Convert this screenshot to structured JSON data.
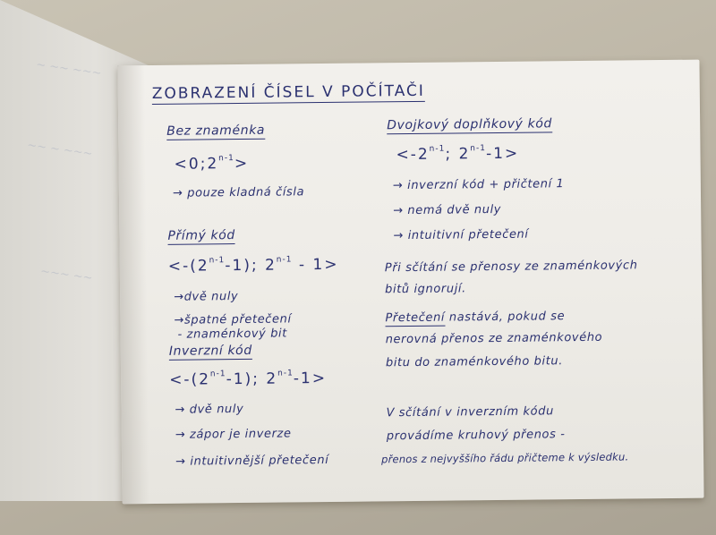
{
  "title": "ZOBRAZENÍ ČÍSEL V POČÍTAČI",
  "unsigned": {
    "heading": "Bez znaménka",
    "formula": {
      "a": "<0;2",
      "b": "n-1",
      "c": ">"
    },
    "notes": [
      "→ pouze kladná čísla"
    ]
  },
  "direct": {
    "heading": "Přímý kód",
    "formula": {
      "a": "<-(2",
      "b": "n-1",
      "c": "-1); 2",
      "d": "n-1",
      "e": " - 1>"
    },
    "notes": [
      "→dvě nuly",
      "→špatné přetečení",
      "- znaménkový bit"
    ]
  },
  "inverse": {
    "heading": "Inverzní kód",
    "formula": {
      "a": "<-(2",
      "b": "n-1",
      "c": "-1); 2",
      "d": "n-1",
      "e": "-1>"
    },
    "notes": [
      "→ dvě nuly",
      "→ zápor je inverze",
      "→ intuitivnější přetečení"
    ]
  },
  "twos": {
    "heading": "Dvojkový doplňkový kód",
    "formula": {
      "a": "<-2",
      "b": "n-1",
      "c": "; 2",
      "d": "n-1",
      "e": "-1>"
    },
    "notes": [
      "→ inverzní kód + přičtení 1",
      "→ nemá dvě nuly",
      "→ intuitivní přetečení"
    ]
  },
  "paragraphs": {
    "carry": [
      "Při sčítání se přenosy ze znaménkových",
      "bitů ignorují."
    ],
    "overflow_term": "Přetečení",
    "overflow": [
      " nastává, pokud se",
      "nerovná přenos ze znaménkového",
      "bitu do znaménkového bitu."
    ],
    "inverse_add": [
      "V sčítání v inverzním kódu",
      "provádíme kruhový přenos -",
      "přenos z nejvyššího řádu přičteme k výsledku."
    ]
  }
}
